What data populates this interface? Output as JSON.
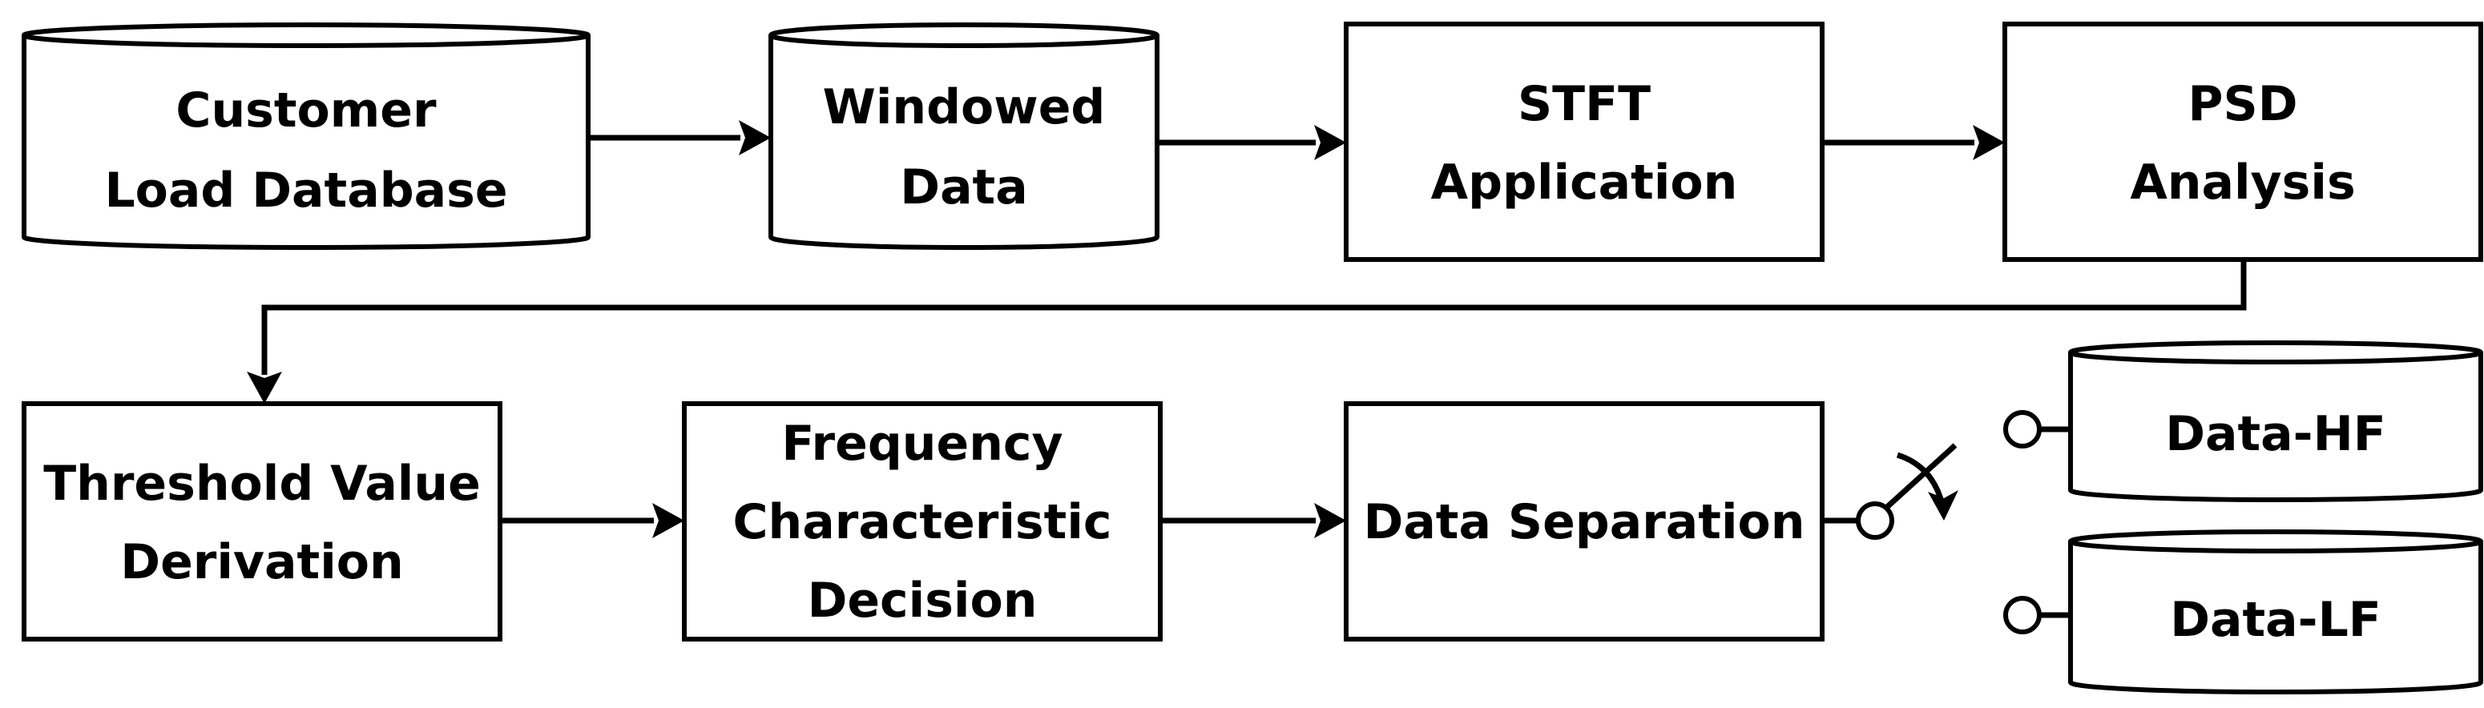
{
  "nodes": {
    "customer_load_database": {
      "lines": [
        "Customer",
        "Load Database"
      ]
    },
    "windowed_data": {
      "lines": [
        "Windowed",
        "Data"
      ]
    },
    "stft_application": {
      "lines": [
        "STFT",
        "Application"
      ]
    },
    "psd_analysis": {
      "lines": [
        "PSD",
        "Analysis"
      ]
    },
    "threshold_value_derivation": {
      "lines": [
        "Threshold Value",
        "Derivation"
      ]
    },
    "frequency_characteristic_decision": {
      "lines": [
        "Frequency",
        "Characteristic",
        "Decision"
      ]
    },
    "data_separation": {
      "lines": [
        "Data Separation"
      ]
    },
    "data_hf": {
      "lines": [
        "Data-HF"
      ]
    },
    "data_lf": {
      "lines": [
        "Data-LF"
      ]
    }
  },
  "colors": {
    "stroke": "#000000",
    "fill": "#ffffff"
  }
}
